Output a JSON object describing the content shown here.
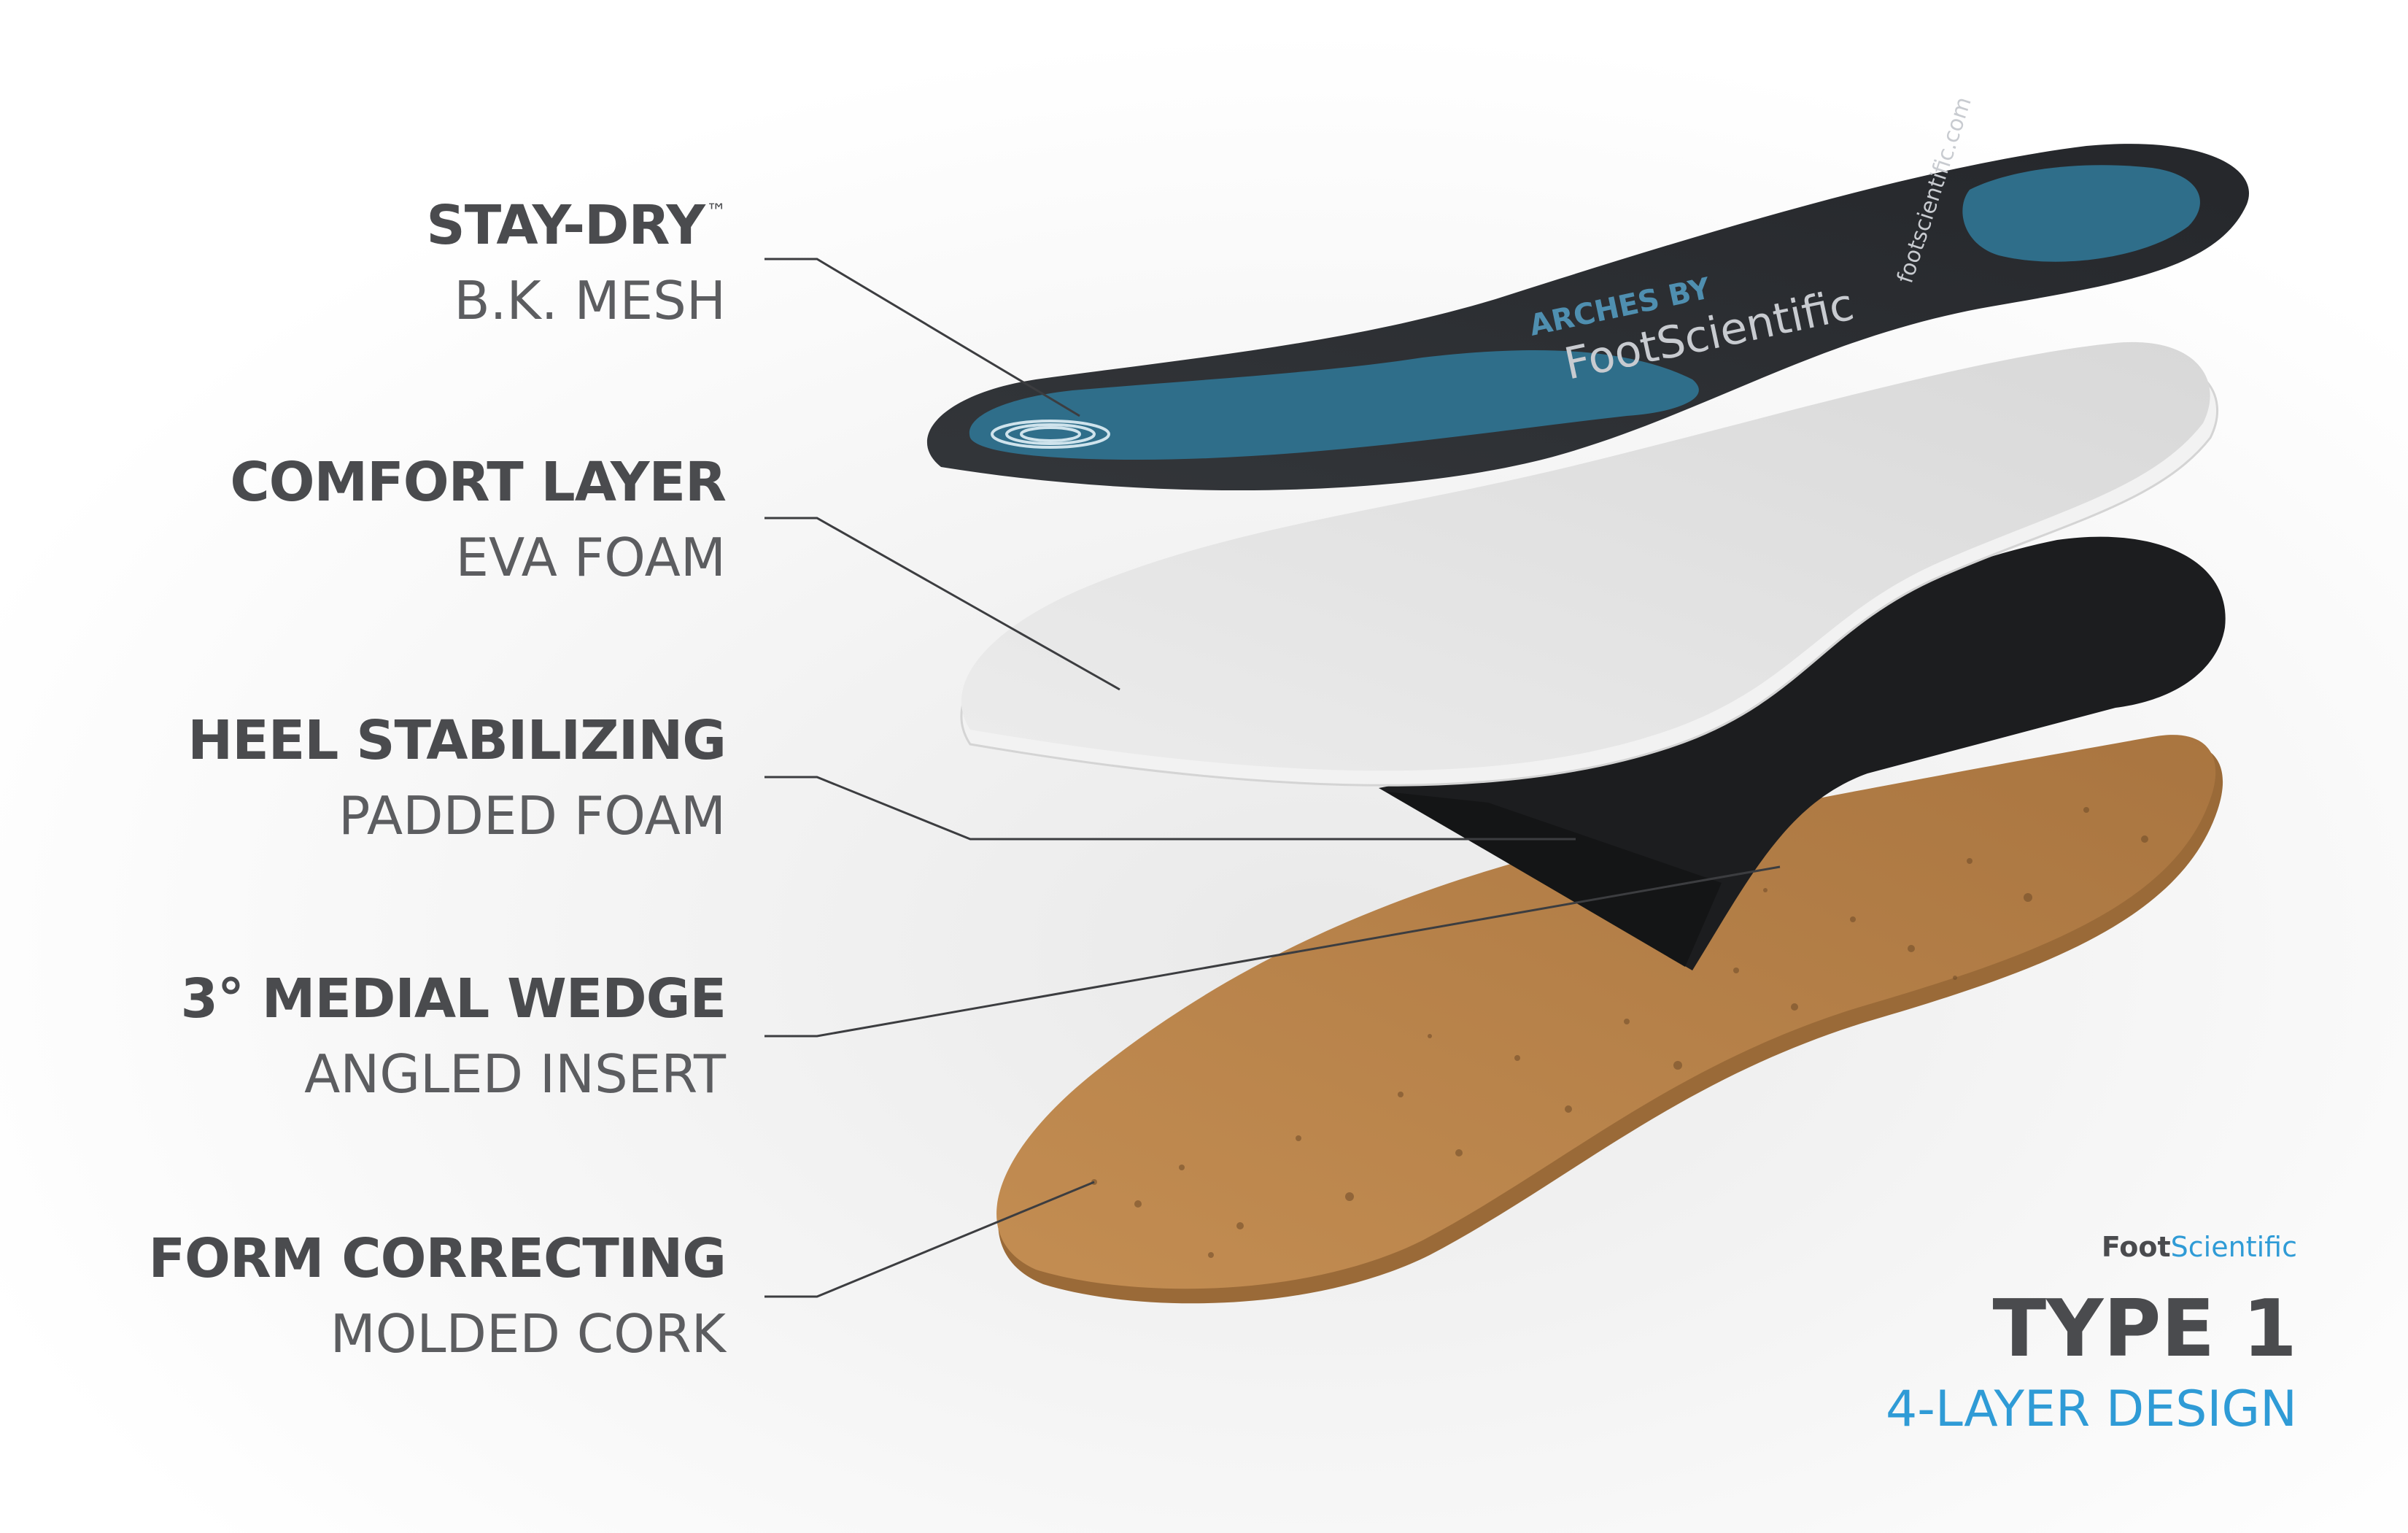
{
  "layers": [
    {
      "title": "STAY-DRY",
      "title_mark": "™",
      "subtitle": "B.K. MESH"
    },
    {
      "title": "COMFORT LAYER",
      "subtitle": "EVA FOAM"
    },
    {
      "title": "HEEL STABILIZING",
      "subtitle": "PADDED FOAM"
    },
    {
      "title": "3° MEDIAL WEDGE",
      "subtitle": "ANGLED INSERT"
    },
    {
      "title": "FORM CORRECTING",
      "subtitle": "MOLDED CORK"
    }
  ],
  "product": {
    "brand_part1": "Foot",
    "brand_part2": "Scientific",
    "type": "TYPE 1",
    "design": "4-LAYER DESIGN"
  },
  "insole_print": {
    "arches": "ARCHES BY",
    "logo": "FootScientific",
    "url": "footscientific.com"
  },
  "colors": {
    "label_text": "#4a4b4e",
    "accent_blue": "#2f9bd6",
    "mesh_top": "#2c2f33",
    "mesh_blue": "#2f6e8a",
    "foam_white": "#e6e6e6",
    "wedge_black": "#1c1d1f",
    "cork": "#b9834a"
  }
}
